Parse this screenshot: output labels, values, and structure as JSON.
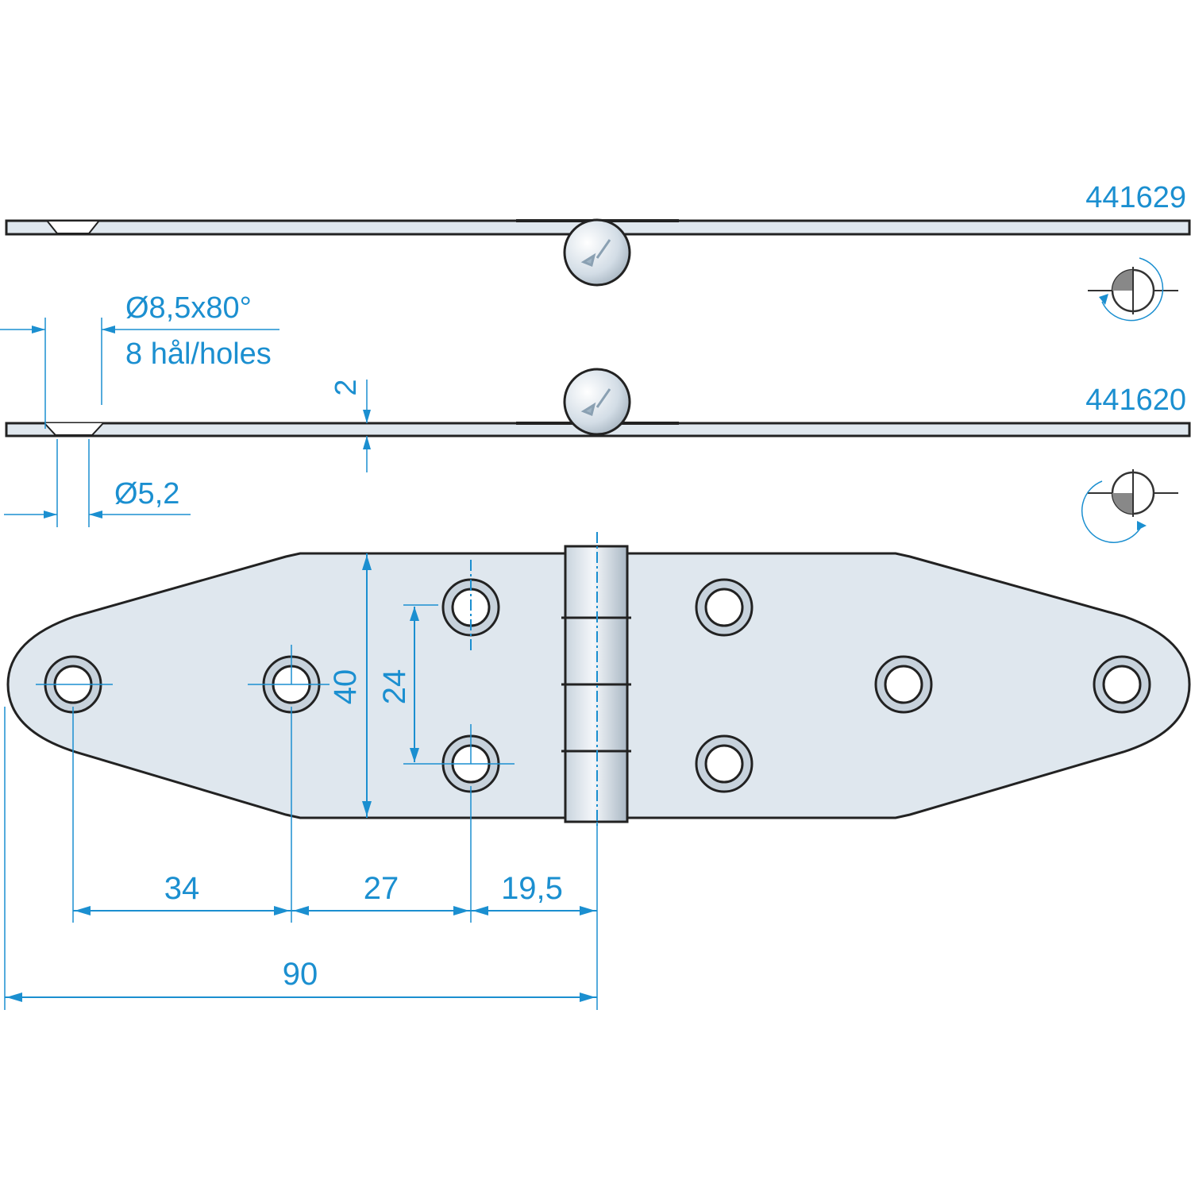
{
  "part_numbers": {
    "top": "441629",
    "bottom": "441620"
  },
  "hole_spec": {
    "countersink": "Ø8,5x80°",
    "count": "8 hål/holes",
    "diameter": "Ø5,2"
  },
  "dimensions": {
    "thickness": "2",
    "height": "40",
    "hole_spacing_vertical": "24",
    "span_1": "34",
    "span_2": "27",
    "span_3": "19,5",
    "total": "90"
  },
  "colors": {
    "dimension_blue": "#1b8fd0",
    "steel_fill": "#dfe7ee",
    "outline": "#222222"
  }
}
